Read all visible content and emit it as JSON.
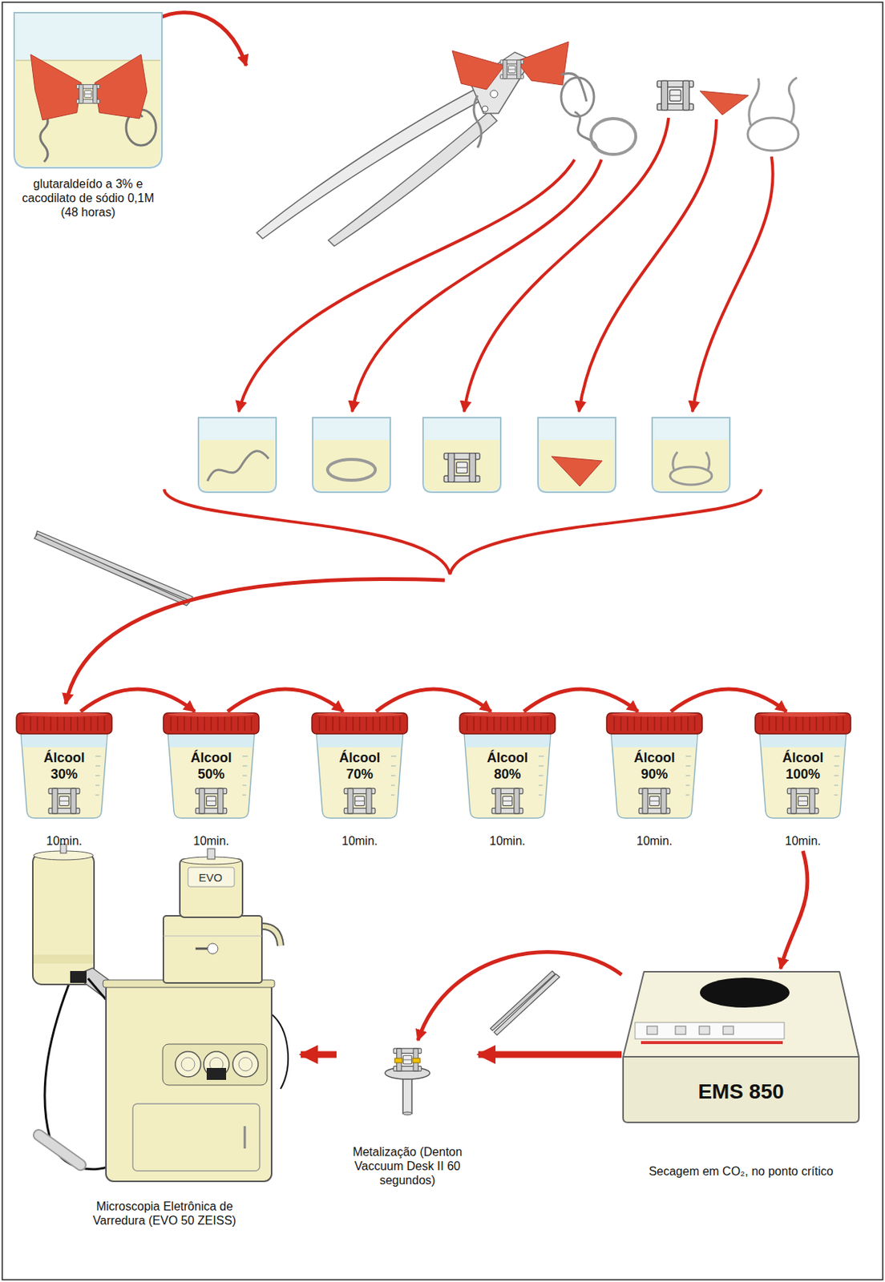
{
  "diagram": {
    "nodes": [
      {
        "text": [
          "glutaraldeído a 3% e cacodilato de sódio 0,1M (48 horas)"
        ]
      },
      {
        "text": [
          "Álcool 30%",
          "10min."
        ]
      },
      {
        "text": [
          "Álcool 50%",
          "10min."
        ]
      },
      {
        "text": [
          "Álcool 70%",
          "10min."
        ]
      },
      {
        "text": [
          "Álcool 80%",
          "10min."
        ]
      },
      {
        "text": [
          "Álcool 90%",
          "10min."
        ]
      },
      {
        "text": [
          "Álcool 100%",
          "10min."
        ]
      },
      {
        "text": [
          "EMS 850",
          "Secagem em CO₂, no ponto crítico"
        ]
      },
      {
        "text": [
          "Metalização (Denton Vaccuum Desk II 60 segundos)"
        ]
      },
      {
        "text": [
          "EVO",
          "Microscopia Eletrônica de Varredura (EVO 50 ZEISS)"
        ]
      }
    ],
    "edges": [
      {
        "from": 1,
        "to": 2,
        "arrow": "to"
      },
      {
        "from": 2,
        "to": 3,
        "arrow": "to"
      },
      {
        "from": 3,
        "to": 4,
        "arrow": "to"
      },
      {
        "from": 4,
        "to": 5,
        "arrow": "to"
      },
      {
        "from": 5,
        "to": 6,
        "arrow": "to"
      },
      {
        "from": 6,
        "to": 7,
        "arrow": "to"
      },
      {
        "from": 7,
        "to": 8,
        "arrow": "to"
      },
      {
        "from": 7,
        "to": 8,
        "arrow": "to"
      },
      {
        "from": 8,
        "to": 9,
        "arrow": "to"
      }
    ]
  }
}
